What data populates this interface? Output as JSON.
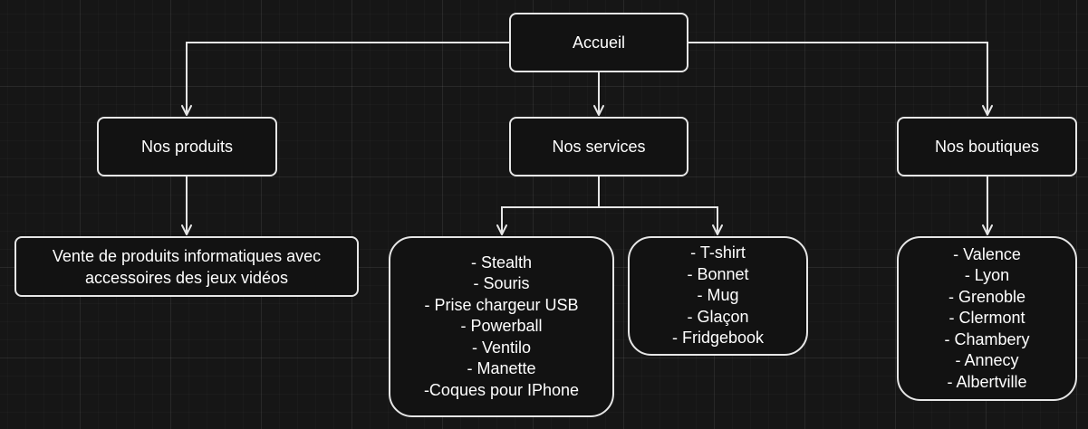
{
  "diagram": {
    "root": {
      "label": "Accueil"
    },
    "level1": {
      "produits": {
        "label": "Nos produits"
      },
      "services": {
        "label": "Nos services"
      },
      "boutiques": {
        "label": "Nos boutiques"
      }
    },
    "leaves": {
      "vente": {
        "lines": [
          "Vente de produits informatiques avec",
          "accessoires des jeux vidéos"
        ]
      },
      "accessoires": {
        "lines": [
          "- Stealth",
          "- Souris",
          "- Prise chargeur USB",
          "- Powerball",
          "- Ventilo",
          "- Manette",
          "-Coques pour IPhone"
        ]
      },
      "goodies": {
        "lines": [
          "- T-shirt",
          "- Bonnet",
          "- Mug",
          "- Glaçon",
          "- Fridgebook"
        ]
      },
      "villes": {
        "lines": [
          "- Valence",
          "- Lyon",
          "- Grenoble",
          "- Clermont",
          "- Chambery",
          "- Annecy",
          "- Albertville"
        ]
      }
    }
  },
  "colors": {
    "background": "#161616",
    "stroke": "#e6e6e6",
    "box_fill": "#121212",
    "text": "#ffffff"
  }
}
